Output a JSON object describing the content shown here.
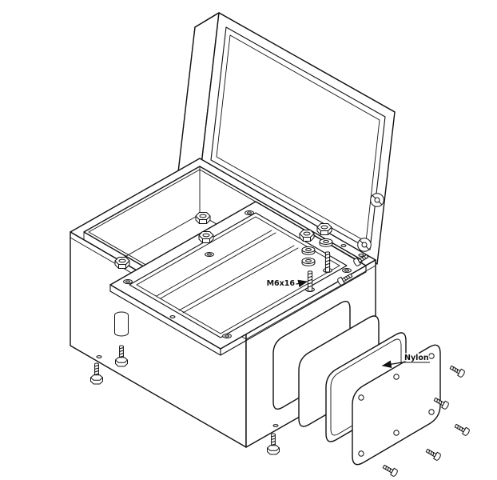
{
  "diagram": {
    "type": "technical-exploded-view",
    "labels": {
      "bolt_label": "M6x16",
      "material_label": "Nylon"
    },
    "colors": {
      "line": "#111111",
      "background": "#ffffff"
    }
  }
}
